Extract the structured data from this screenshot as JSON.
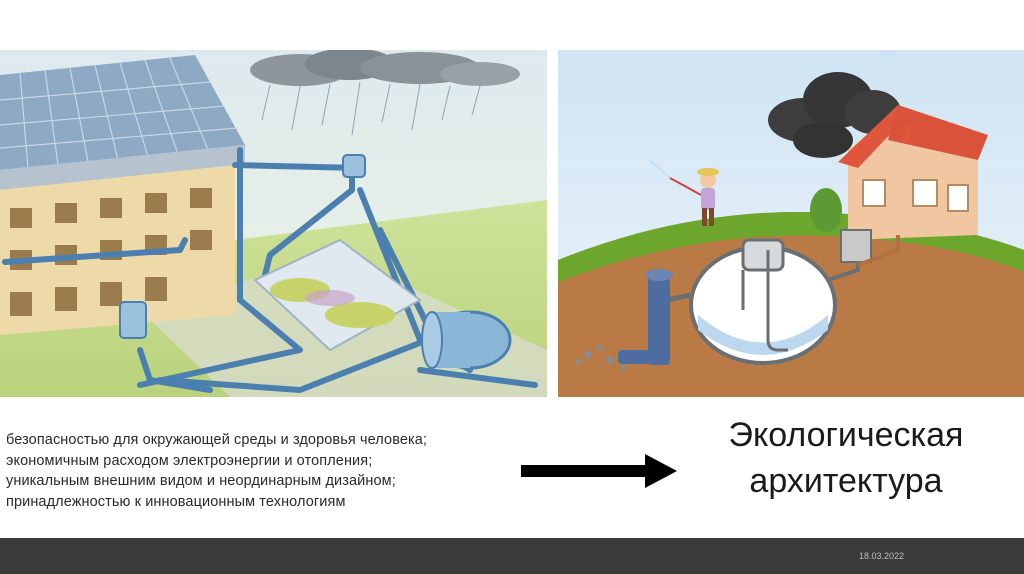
{
  "slide": {
    "features": [
      "безопасностью для окружающей среды и здоровья человека;",
      "экономичным расходом электроэнергии и отопления;",
      "уникальным внешним видом и неординарным дизайном;",
      "принадлежностью к инновационным технологиям"
    ],
    "title_line1": "Экологическая",
    "title_line2": "архитектура",
    "date": "18.03.2022"
  },
  "colors": {
    "accent_arrow": "#000000",
    "footer_bg": "#3b3b3b",
    "pipe_blue": "#4a7fb0",
    "roof_red": "#d9533a"
  }
}
